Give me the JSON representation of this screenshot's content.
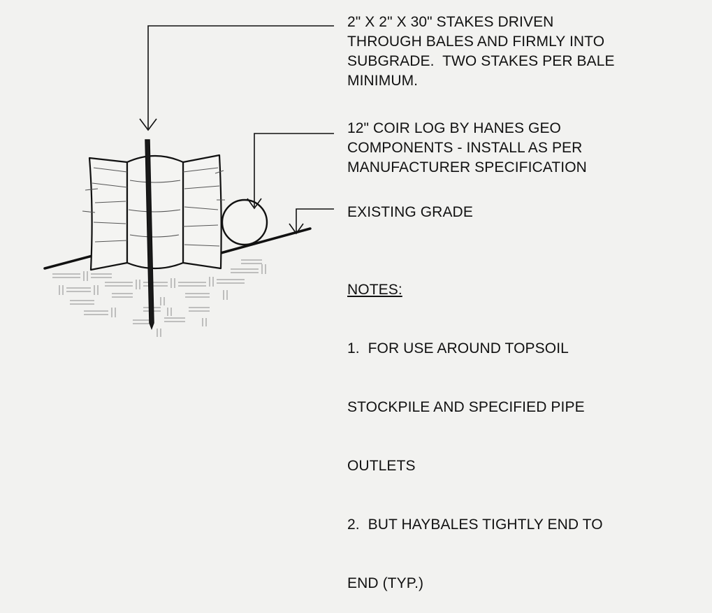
{
  "callouts": {
    "stakes": "2\" X 2\" X 30\" STAKES DRIVEN\nTHROUGH BALES AND FIRMLY INTO\nSUBGRADE.  TWO STAKES PER BALE\nMINIMUM.",
    "coir_log": "12\" COIR LOG BY HANES GEO\nCOMPONENTS - INSTALL AS PER\nMANUFACTURER SPECIFICATION",
    "grade": "EXISTING GRADE"
  },
  "notes": {
    "heading": "NOTES:",
    "lines": [
      "1.  FOR USE AROUND TOPSOIL",
      "STOCKPILE AND SPECIFIED PIPE",
      "OUTLETS",
      "2.  BUT HAYBALES TIGHTLY END TO",
      "END (TYP.)"
    ]
  },
  "colors": {
    "ink": "#111111",
    "hatch": "#8a8a8a",
    "paper": "#f2f2f0"
  }
}
